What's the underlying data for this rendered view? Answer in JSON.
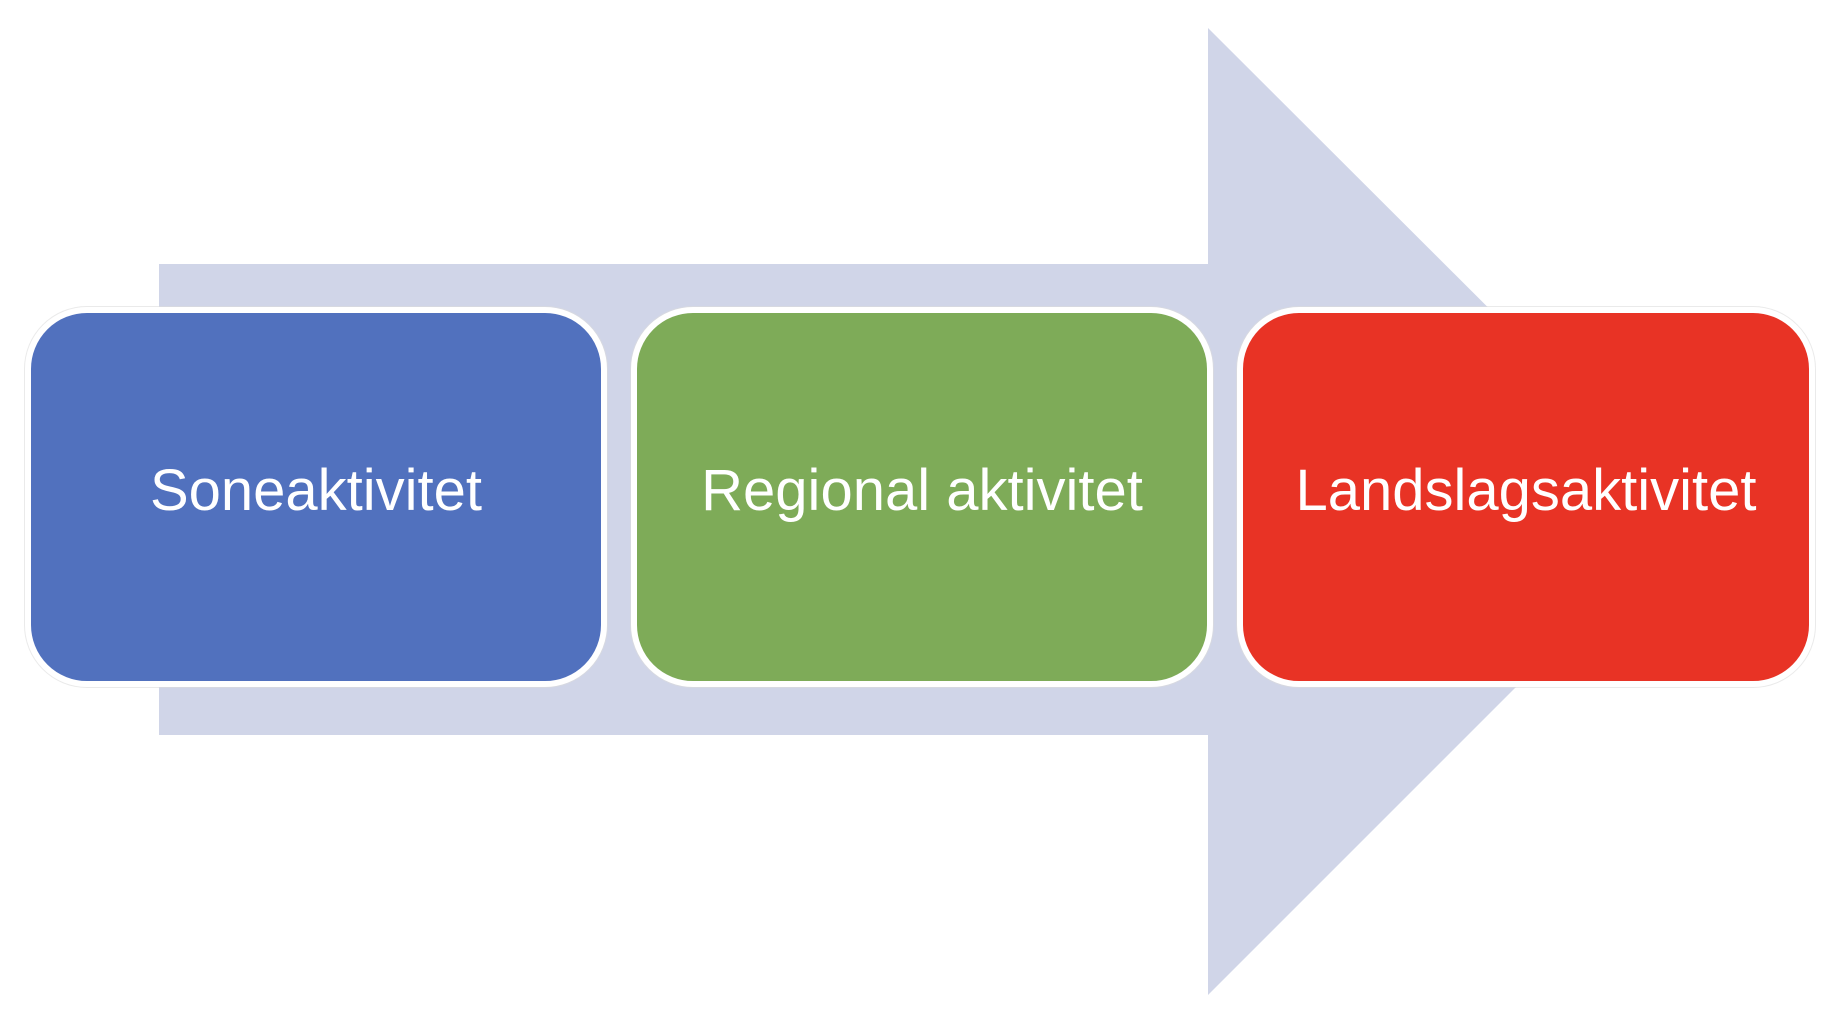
{
  "diagram": {
    "arrow_color": "#d0d5e8",
    "stages": [
      {
        "label": "Soneaktivitet",
        "color": "#5171be"
      },
      {
        "label": "Regional aktivitet",
        "color": "#7eab58"
      },
      {
        "label": "Landslagsaktivitet",
        "color": "#e83325"
      }
    ]
  }
}
